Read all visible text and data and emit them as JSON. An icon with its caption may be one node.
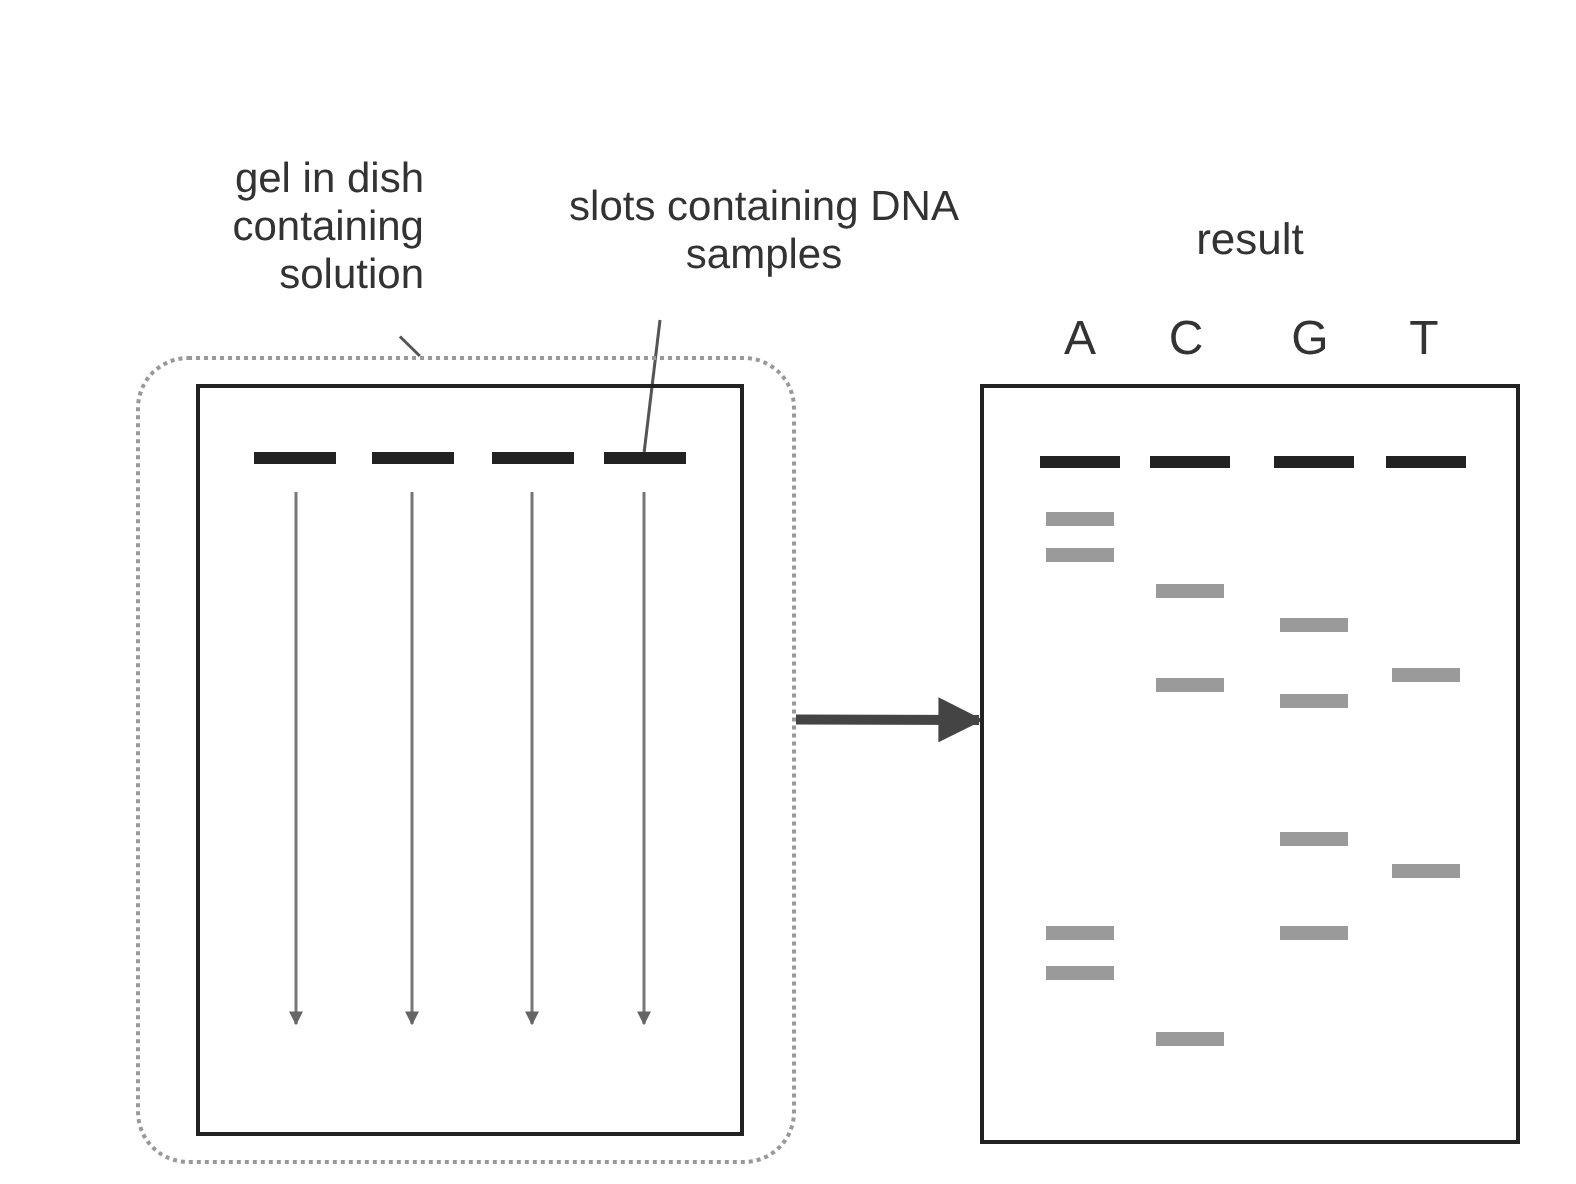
{
  "diagram": {
    "nodes": [
      {
        "text": [
          "gel in dish containing solution"
        ]
      },
      {
        "text": [],
        "shape": "box"
      },
      {
        "text": [],
        "shape": "box",
        "in": 1
      },
      {
        "text": [],
        "shape": "bar",
        "in": 2
      },
      {
        "text": [],
        "shape": "bar",
        "in": 2
      },
      {
        "text": [],
        "shape": "bar",
        "in": 2
      },
      {
        "text": [],
        "shape": "bar",
        "in": 2
      },
      {
        "text": [
          "slots containing DNA samples"
        ]
      },
      {
        "text": [
          "result"
        ],
        "beside": [
          "A",
          "C",
          "G",
          "T"
        ]
      }
    ],
    "edges": [
      {
        "from": 0,
        "to": 1,
        "arrow": "none"
      },
      {
        "from": 7,
        "to": 6,
        "arrow": "none"
      },
      {
        "from": 1,
        "to": 8,
        "arrow": "to",
        "style": "thick"
      }
    ]
  }
}
